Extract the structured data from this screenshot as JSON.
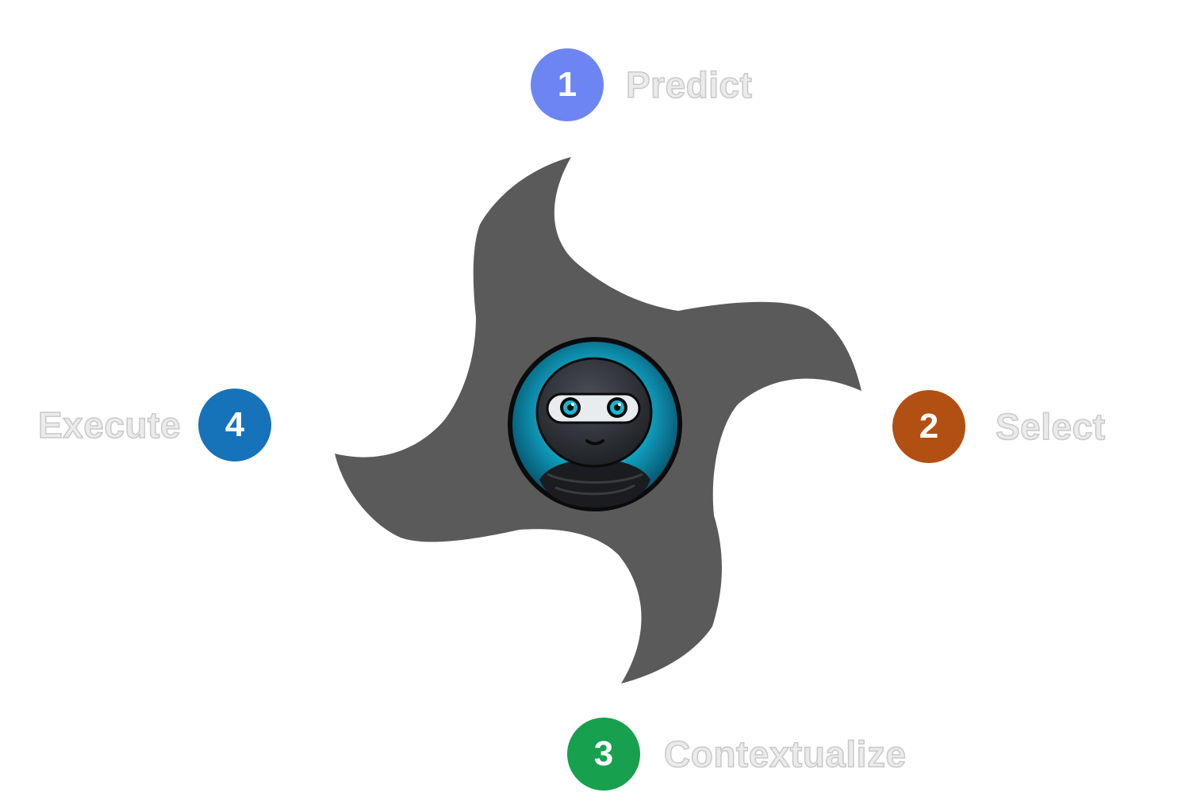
{
  "diagram": {
    "center_icon": "ninja-avatar-icon",
    "shape_icon": "shuriken-icon",
    "colors": {
      "shuriken": "#5a5a5a",
      "label_fill": "#ebebeb",
      "label_stroke": "#c9c9c9",
      "avatar_ring": "#0fb3cf",
      "avatar_eye": "#19b6cf"
    },
    "steps": [
      {
        "number": "1",
        "label": "Predict",
        "color": "#6c85f3"
      },
      {
        "number": "2",
        "label": "Select",
        "color": "#b24f12"
      },
      {
        "number": "3",
        "label": "Contextualize",
        "color": "#17a04e"
      },
      {
        "number": "4",
        "label": "Execute",
        "color": "#1673b9"
      }
    ]
  }
}
